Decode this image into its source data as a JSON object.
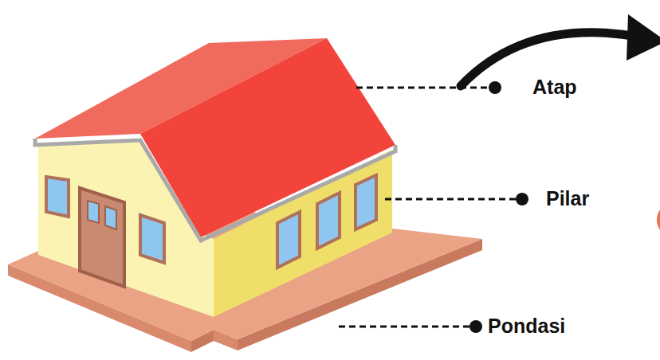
{
  "diagram": {
    "labels": [
      "Atap",
      "Pilar",
      "Pondasi"
    ]
  }
}
